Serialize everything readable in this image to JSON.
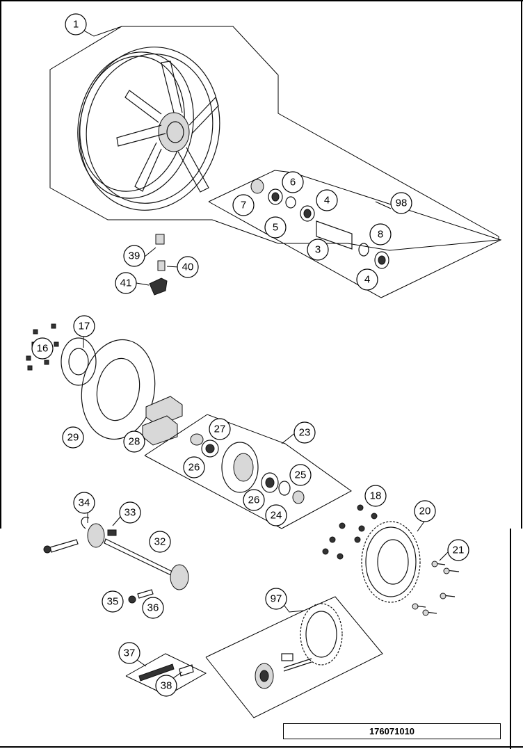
{
  "diagram": {
    "document_number": "176071010",
    "callouts": [
      {
        "id": "c1",
        "label": "1"
      },
      {
        "id": "c6",
        "label": "6"
      },
      {
        "id": "c7",
        "label": "7"
      },
      {
        "id": "c5",
        "label": "5"
      },
      {
        "id": "c4a",
        "label": "4"
      },
      {
        "id": "c98",
        "label": "98"
      },
      {
        "id": "c8",
        "label": "8"
      },
      {
        "id": "c3",
        "label": "3"
      },
      {
        "id": "c4b",
        "label": "4"
      },
      {
        "id": "c39",
        "label": "39"
      },
      {
        "id": "c40",
        "label": "40"
      },
      {
        "id": "c41",
        "label": "41"
      },
      {
        "id": "c17",
        "label": "17"
      },
      {
        "id": "c16",
        "label": "16"
      },
      {
        "id": "c29",
        "label": "29"
      },
      {
        "id": "c28",
        "label": "28"
      },
      {
        "id": "c23",
        "label": "23"
      },
      {
        "id": "c27",
        "label": "27"
      },
      {
        "id": "c26a",
        "label": "26"
      },
      {
        "id": "c25",
        "label": "25"
      },
      {
        "id": "c26b",
        "label": "26"
      },
      {
        "id": "c24",
        "label": "24"
      },
      {
        "id": "c18",
        "label": "18"
      },
      {
        "id": "c20",
        "label": "20"
      },
      {
        "id": "c34",
        "label": "34"
      },
      {
        "id": "c33",
        "label": "33"
      },
      {
        "id": "c32",
        "label": "32"
      },
      {
        "id": "c21",
        "label": "21"
      },
      {
        "id": "c35",
        "label": "35"
      },
      {
        "id": "c36",
        "label": "36"
      },
      {
        "id": "c97",
        "label": "97"
      },
      {
        "id": "c37",
        "label": "37"
      },
      {
        "id": "c38",
        "label": "38"
      }
    ]
  }
}
